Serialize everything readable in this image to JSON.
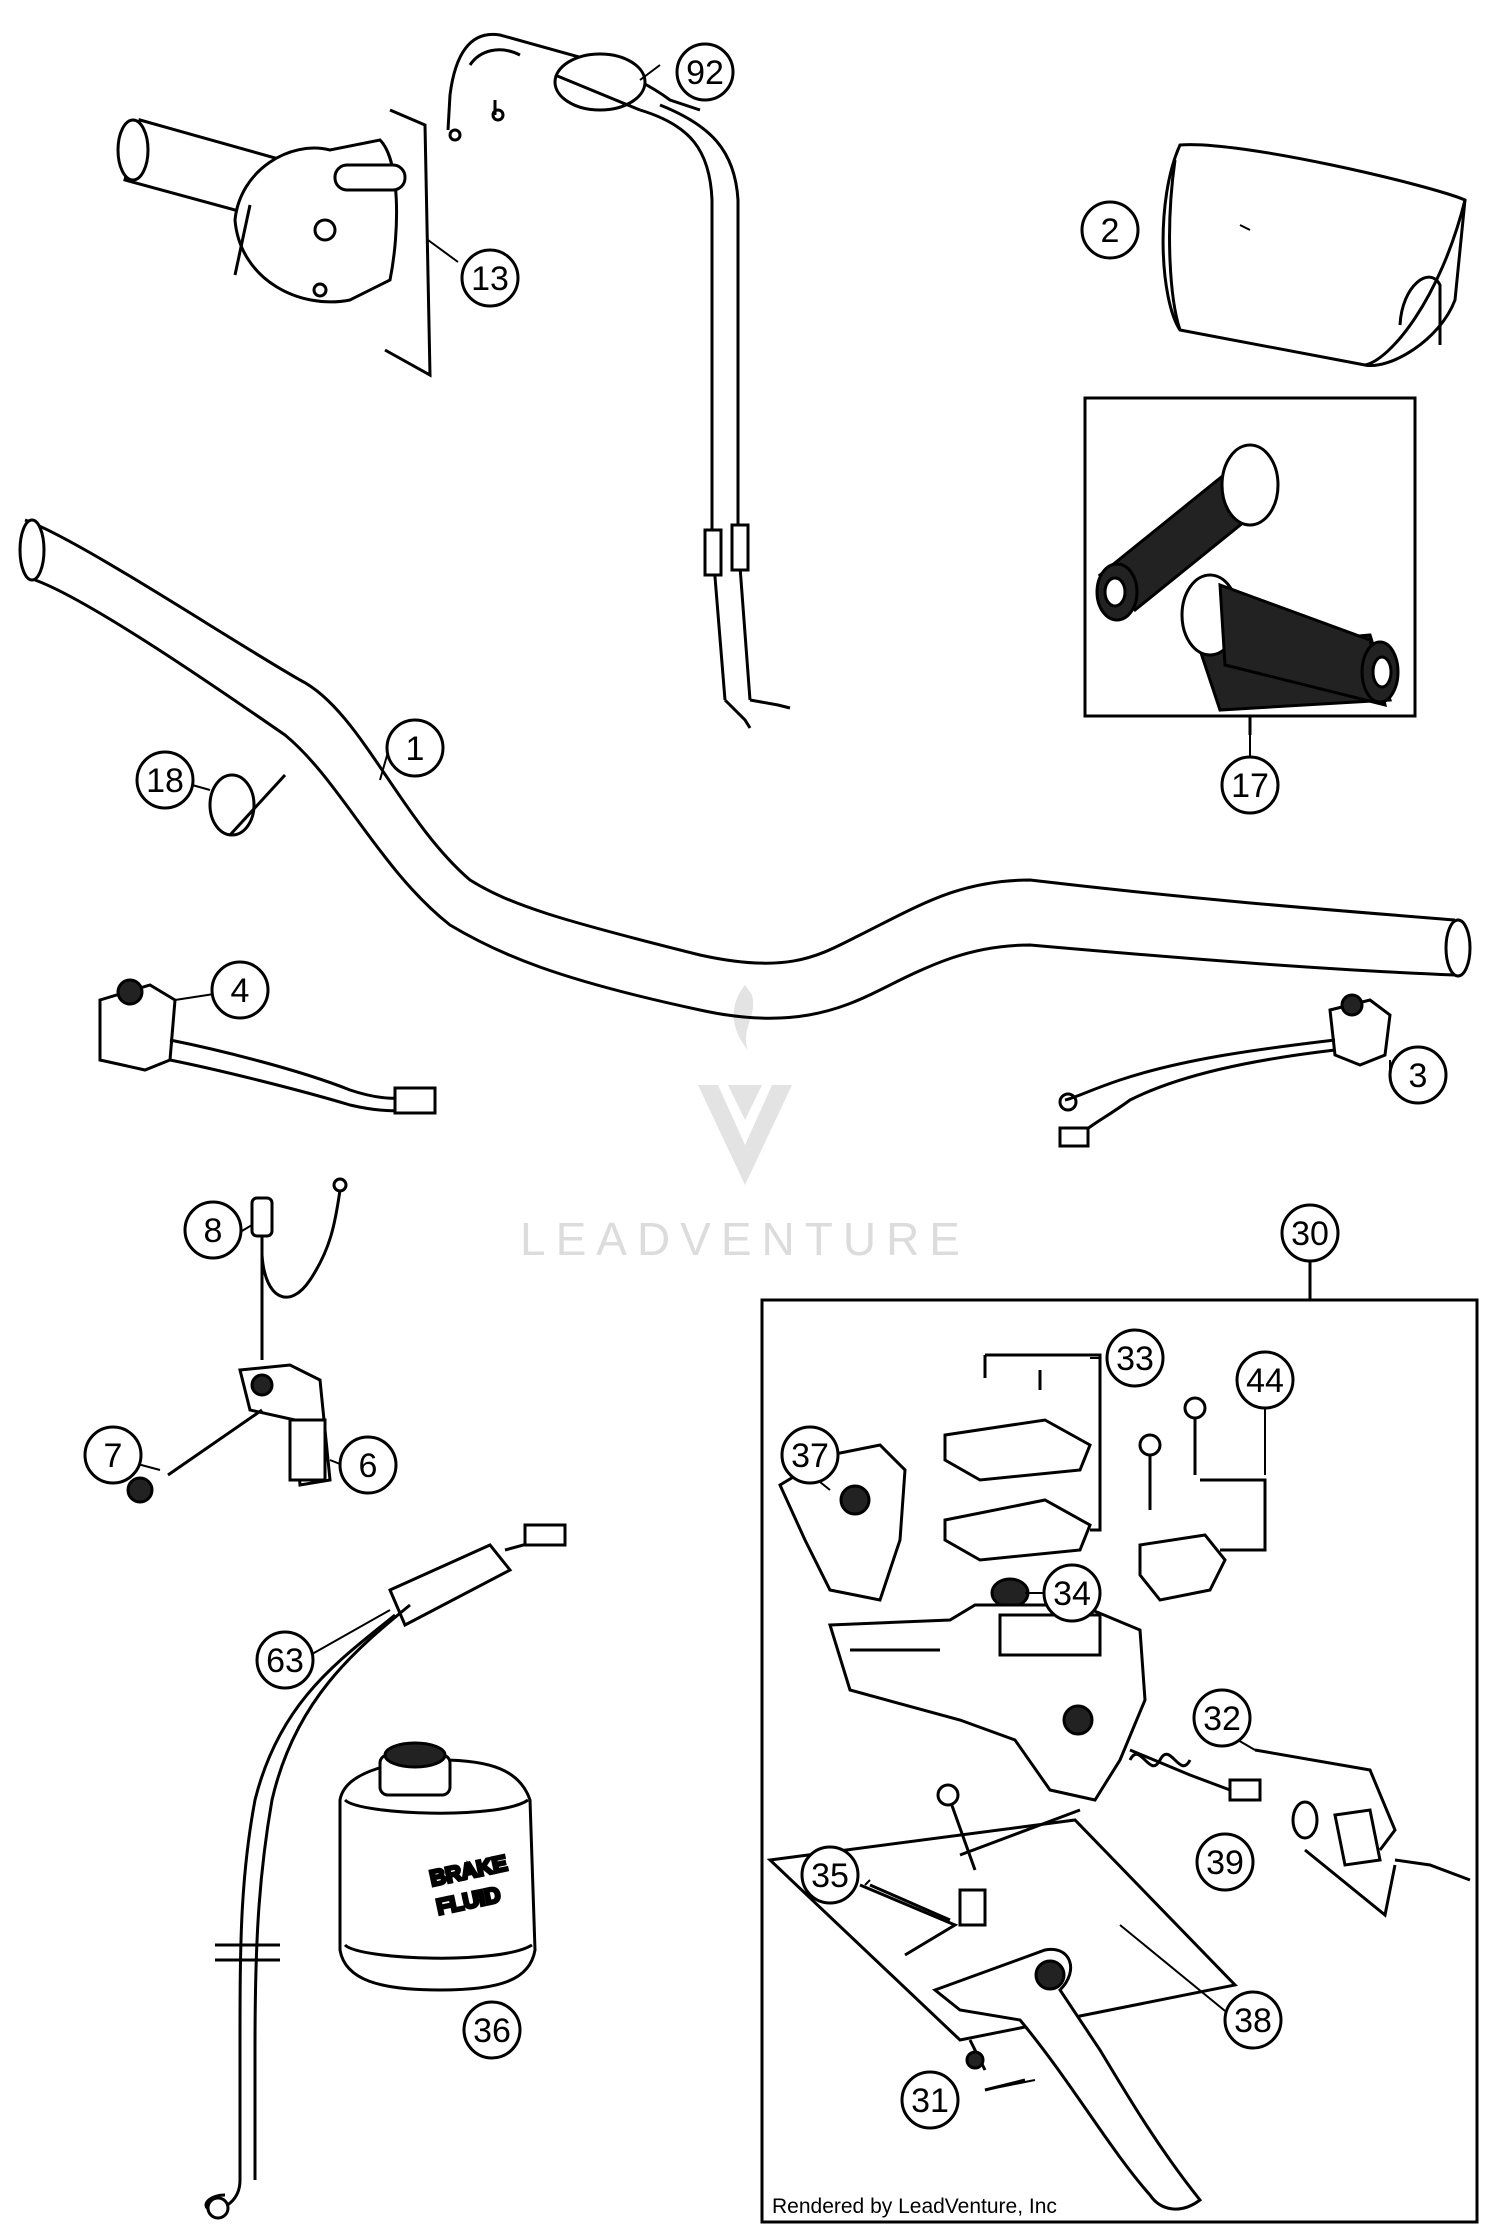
{
  "watermark": {
    "text": "LEADVENTURE"
  },
  "credit": "Rendered by LeadVenture, Inc",
  "bottle_label": [
    "BRAKE",
    "FLUID"
  ],
  "callouts": {
    "c1": "1",
    "c2": "2",
    "c3": "3",
    "c4": "4",
    "c6": "6",
    "c7": "7",
    "c8": "8",
    "c13": "13",
    "c17": "17",
    "c18": "18",
    "c30": "30",
    "c31": "31",
    "c32": "32",
    "c33": "33",
    "c34": "34",
    "c35": "35",
    "c36": "36",
    "c37": "37",
    "c38": "38",
    "c39": "39",
    "c44": "44",
    "c63": "63",
    "c92": "92"
  }
}
